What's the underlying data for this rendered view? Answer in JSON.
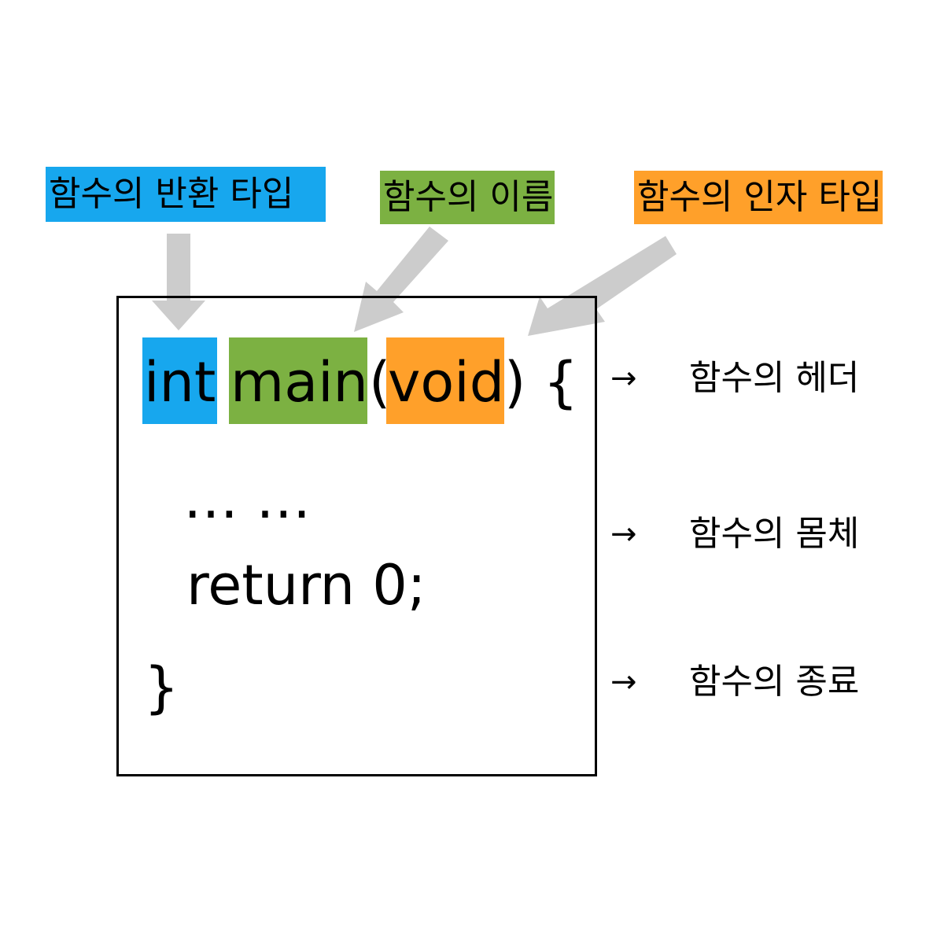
{
  "colors": {
    "return_type": "#17a7ee",
    "name": "#7cb142",
    "param_type": "#ffa02a",
    "arrow": "#cccccc"
  },
  "tags": {
    "return_type": "함수의 반환 타입",
    "name": "함수의 이름",
    "param_type": "함수의 인자 타입"
  },
  "code": {
    "kw_int": "int",
    "fn_main": "main",
    "paren_open": "(",
    "kw_void": "void",
    "paren_close_brace": ") {",
    "ellipsis": "… …",
    "return_stmt": "return 0;",
    "close_brace": "}"
  },
  "annotations": {
    "arrow_glyph": "→",
    "header": "함수의 헤더",
    "body": "함수의 몸체",
    "end": "함수의 종료"
  }
}
